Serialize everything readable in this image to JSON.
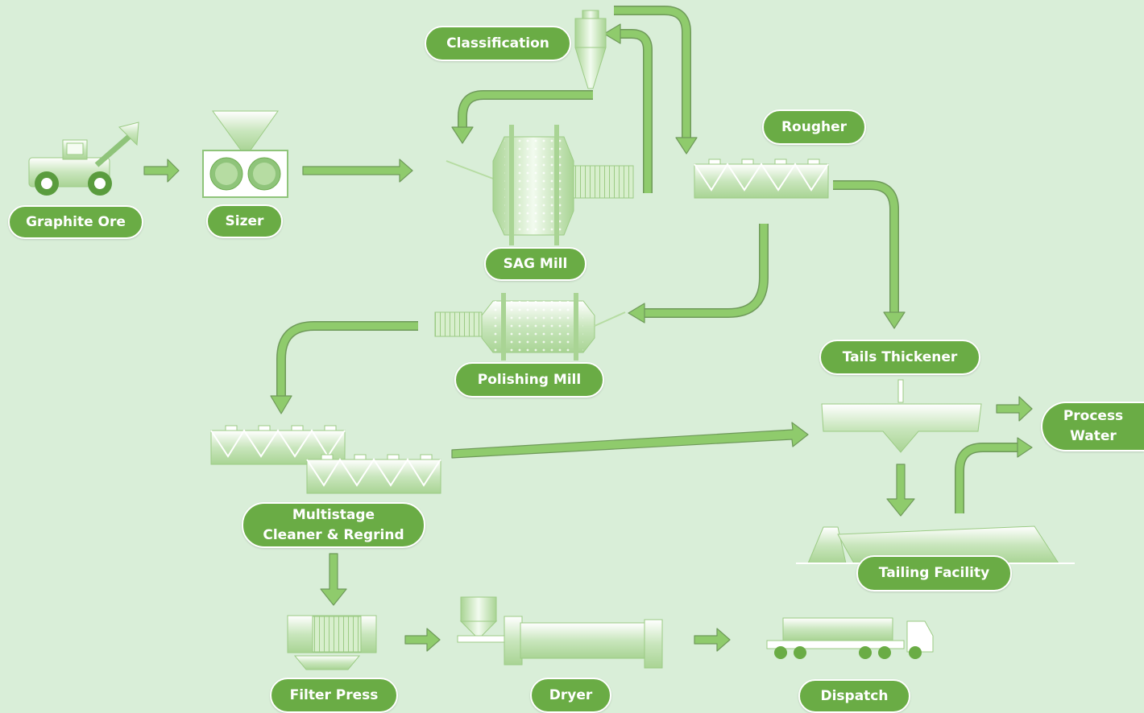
{
  "colors": {
    "background": "#d9eed8",
    "label_fill": "#6aac45",
    "arrow": "#8fcb6c",
    "arrow_stroke": "#6f9a5a",
    "equipment": "#c4e3b8"
  },
  "labels": {
    "graphite_ore": "Graphite Ore",
    "sizer": "Sizer",
    "classification": "Classification",
    "sag_mill": "SAG Mill",
    "rougher": "Rougher",
    "polishing_mill": "Polishing Mill",
    "tails_thickener": "Tails Thickener",
    "process_water": "Process\nWater",
    "multistage_cleaner": "Multistage\nCleaner & Regrind",
    "tailing_facility": "Tailing Facility",
    "filter_press": "Filter Press",
    "dryer": "Dryer",
    "dispatch": "Dispatch"
  },
  "icons": [
    "loader-icon",
    "sizer-icon",
    "cyclone-icon",
    "sag-mill-icon",
    "rougher-cells-icon",
    "polishing-mill-icon",
    "cleaner-cells-icon",
    "thickener-icon",
    "tailing-dam-icon",
    "filter-press-icon",
    "dryer-icon",
    "truck-icon"
  ]
}
